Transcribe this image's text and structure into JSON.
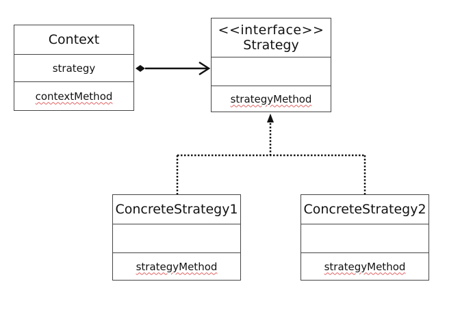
{
  "diagram": {
    "context": {
      "name": "Context",
      "attribute": "strategy",
      "method": "contextMethod"
    },
    "strategy": {
      "stereotype": "<<interface>>",
      "name": "Strategy",
      "attribute": "",
      "method": "strategyMethod"
    },
    "concrete1": {
      "name": "ConcreteStrategy1",
      "attribute": "",
      "method": "strategyMethod"
    },
    "concrete2": {
      "name": "ConcreteStrategy2",
      "attribute": "",
      "method": "strategyMethod"
    }
  },
  "colors": {
    "line": "#111111",
    "border": "#444444",
    "spellcheck_underline": "#e06060"
  }
}
